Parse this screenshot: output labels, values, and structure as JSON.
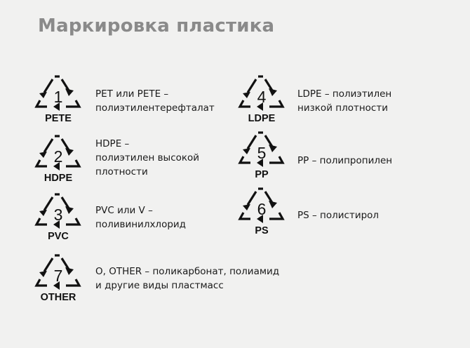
{
  "title": "Маркировка пластика",
  "colors": {
    "background": "#f1f1f0",
    "title": "#8a8a8a",
    "text": "#1a1a1a",
    "symbol": "#111111"
  },
  "items": [
    {
      "number": "1",
      "code": "PETE",
      "lines": [
        "PET или PETE –",
        "полиэтилентерефталат"
      ]
    },
    {
      "number": "4",
      "code": "LDPE",
      "lines": [
        "LDPE – полиэтилен",
        "низкой плотности"
      ]
    },
    {
      "number": "2",
      "code": "HDPE",
      "lines": [
        "HDPE –",
        "полиэтилен высокой",
        "плотности"
      ]
    },
    {
      "number": "5",
      "code": "PP",
      "lines": [
        "PP – полипропилен"
      ]
    },
    {
      "number": "3",
      "code": "PVC",
      "lines": [
        "PVC или V –",
        "поливинилхлорид"
      ]
    },
    {
      "number": "6",
      "code": "PS",
      "lines": [
        "PS – полистирол"
      ]
    },
    {
      "number": "7",
      "code": "OTHER",
      "lines": [
        "O, OTHER – поликарбонат, полиамид",
        "и другие виды пластмасс"
      ]
    }
  ],
  "icons": {
    "recycle_symbol": "recycling-triangle-icon"
  }
}
